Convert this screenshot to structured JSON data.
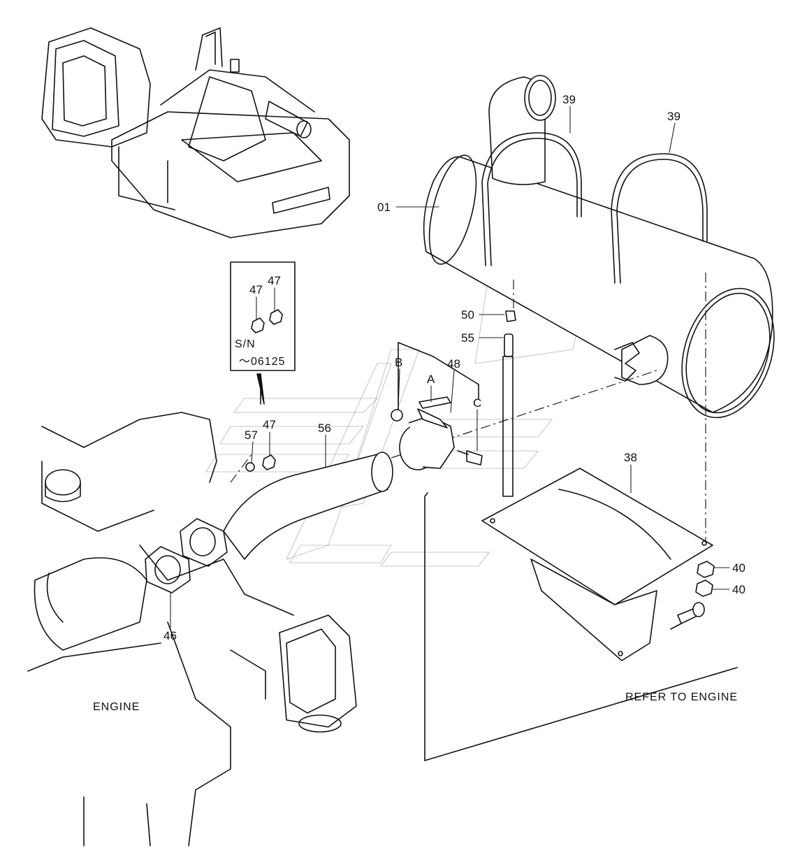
{
  "callouts": {
    "c01": "01",
    "c39a": "39",
    "c39b": "39",
    "c50": "50",
    "c55": "55",
    "c48": "48",
    "cB": "B",
    "cA": "A",
    "cC": "C",
    "c38": "38",
    "c40a": "40",
    "c40b": "40",
    "c47a": "47",
    "c47b": "47",
    "c47c": "47",
    "c57": "57",
    "c56": "56",
    "c46": "46"
  },
  "inset": {
    "sn_label": "S/N",
    "sn_range": "～06125"
  },
  "notes": {
    "engine": "ENGINE",
    "refer": "REFER TO ENGINE"
  }
}
